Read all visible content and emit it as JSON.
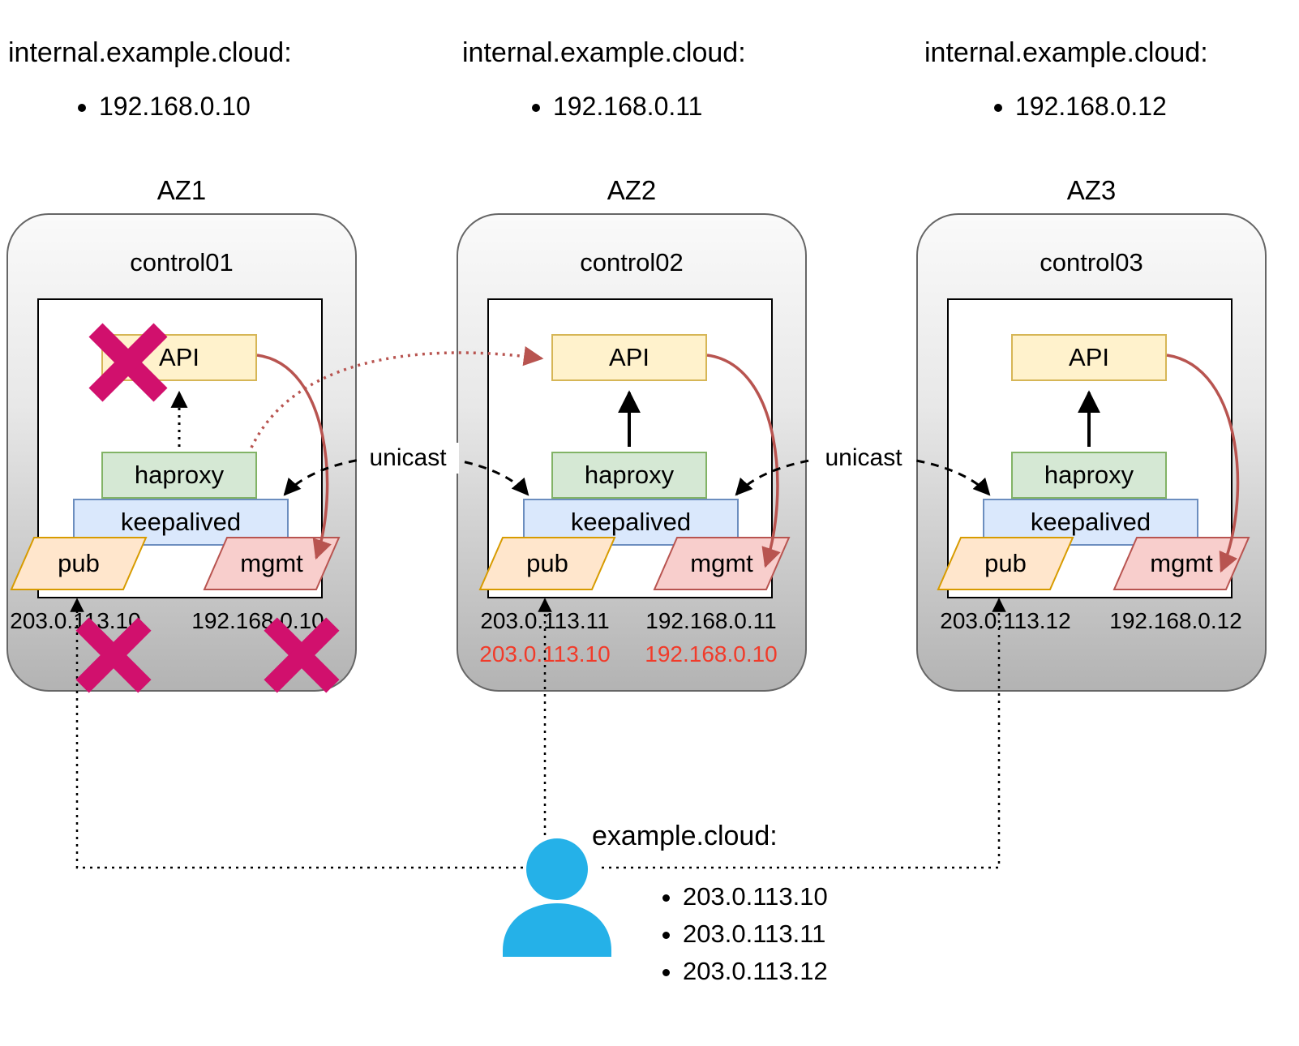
{
  "colors": {
    "api_fill": "#fff2cc",
    "api_stroke": "#d6b656",
    "haproxy_fill": "#d5e8d4",
    "haproxy_stroke": "#82b366",
    "keepalived_fill": "#dae8fc",
    "keepalived_stroke": "#6c8ebf",
    "pub_fill": "#ffe6cc",
    "pub_stroke": "#d79b00",
    "mgmt_fill": "#f8cecc",
    "mgmt_stroke": "#b85450",
    "red_arrow": "#b85450",
    "failure_x": "#d1106d",
    "failover_text": "#f13b2a",
    "user_icon": "#25b1e8"
  },
  "dns_internal": [
    {
      "host": "internal.example.cloud:",
      "ip": "192.168.0.10"
    },
    {
      "host": "internal.example.cloud:",
      "ip": "192.168.0.11"
    },
    {
      "host": "internal.example.cloud:",
      "ip": "192.168.0.12"
    }
  ],
  "zones": [
    {
      "az": "AZ1",
      "node": "control01",
      "api": "API",
      "haproxy": "haproxy",
      "keepalived": "keepalived",
      "pub": "pub",
      "mgmt": "mgmt",
      "pub_ip": "203.0.113.10",
      "mgmt_ip": "192.168.0.10"
    },
    {
      "az": "AZ2",
      "node": "control02",
      "api": "API",
      "haproxy": "haproxy",
      "keepalived": "keepalived",
      "pub": "pub",
      "mgmt": "mgmt",
      "pub_ip": "203.0.113.11",
      "mgmt_ip": "192.168.0.11",
      "failover_pub_ip": "203.0.113.10",
      "failover_mgmt_ip": "192.168.0.10"
    },
    {
      "az": "AZ3",
      "node": "control03",
      "api": "API",
      "haproxy": "haproxy",
      "keepalived": "keepalived",
      "pub": "pub",
      "mgmt": "mgmt",
      "pub_ip": "203.0.113.12",
      "mgmt_ip": "192.168.0.12"
    }
  ],
  "edges": {
    "unicast_label": "unicast"
  },
  "client": {
    "host": "example.cloud:",
    "ips": [
      "203.0.113.10",
      "203.0.113.11",
      "203.0.113.12"
    ]
  }
}
